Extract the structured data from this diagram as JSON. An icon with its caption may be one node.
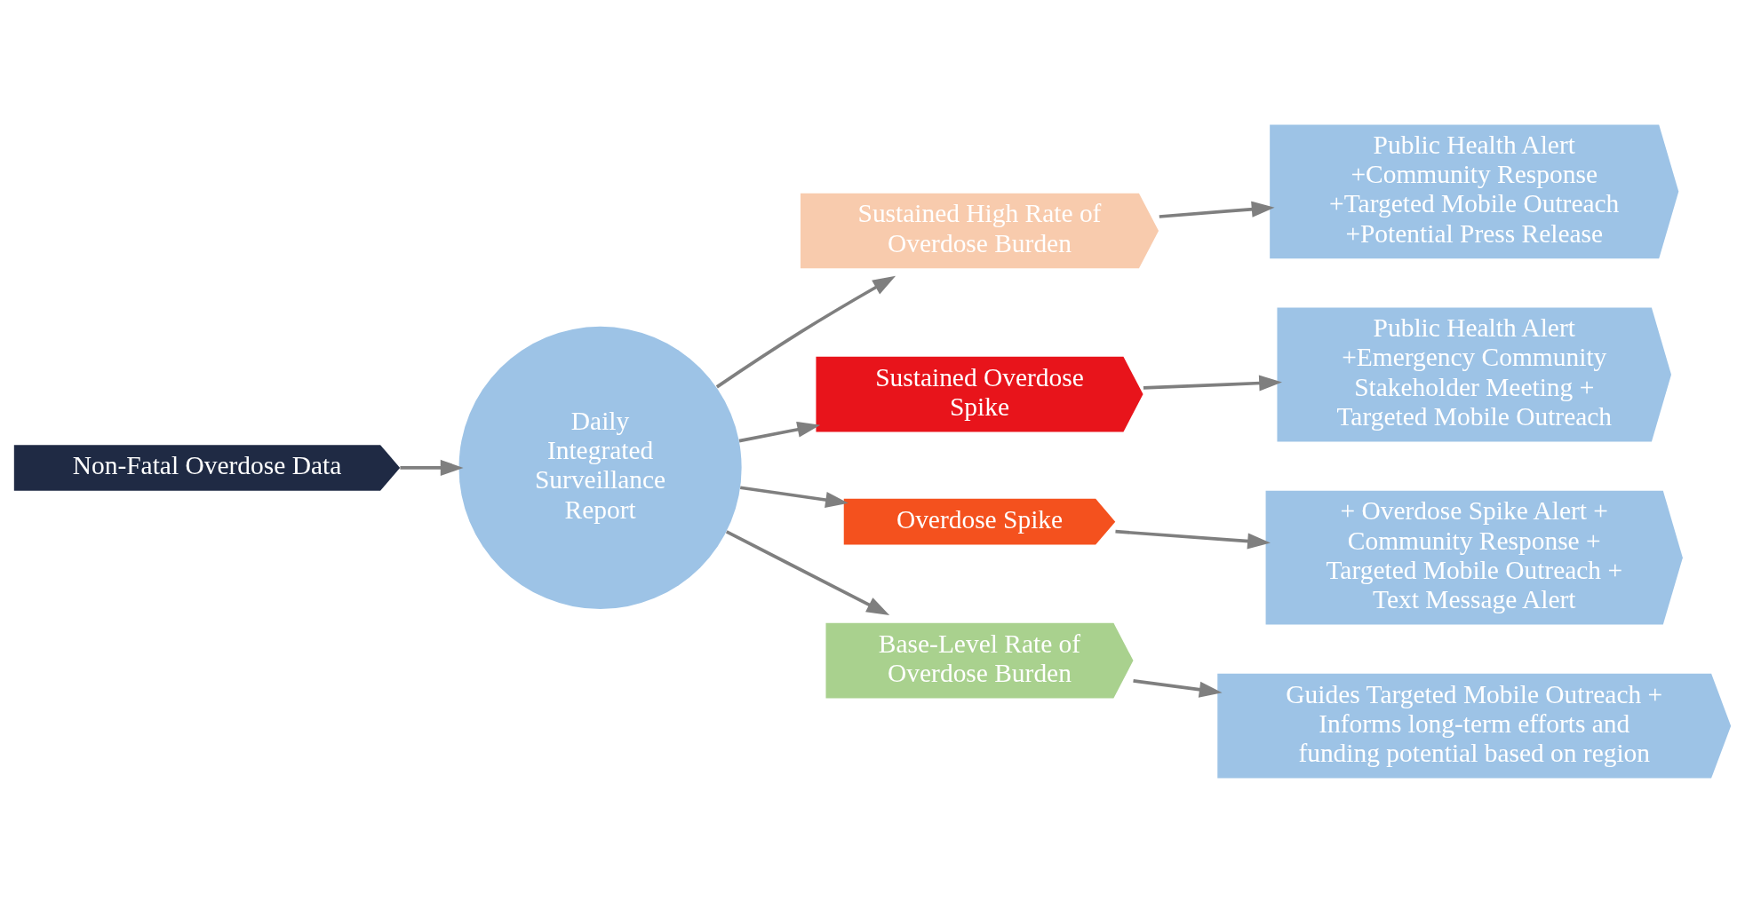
{
  "diagram": {
    "nodes": [
      {
        "text": [
          "Non-Fatal Overdose Data"
        ]
      },
      {
        "text": [
          "Daily Integrated Surveillance Report"
        ]
      },
      {
        "text": [
          "Sustained High Rate of Overdose Burden"
        ]
      },
      {
        "text": [
          "Sustained Overdose Spike"
        ]
      },
      {
        "text": [
          "Overdose Spike"
        ]
      },
      {
        "text": [
          "Base-Level Rate of Overdose Burden"
        ]
      },
      {
        "text": [
          "Public Health Alert +Community Response +Targeted Mobile Outreach +Potential Press Release"
        ]
      },
      {
        "text": [
          "Public Health Alert +Emergency Community Stakeholder Meeting + Targeted Mobile Outreach"
        ]
      },
      {
        "text": [
          "+ Overdose Spike Alert + Community Response + Targeted Mobile Outreach + Text Message Alert"
        ]
      },
      {
        "text": [
          "Guides Targeted Mobile Outreach + Informs long-term efforts and funding potential based on region"
        ]
      }
    ],
    "edges": [
      {
        "from": 0,
        "to": 1,
        "arrow": "to"
      },
      {
        "from": 1,
        "to": 2,
        "arrow": "to"
      },
      {
        "from": 1,
        "to": 3,
        "arrow": "to"
      },
      {
        "from": 1,
        "to": 4,
        "arrow": "to"
      },
      {
        "from": 1,
        "to": 5,
        "arrow": "to"
      },
      {
        "from": 2,
        "to": 6,
        "arrow": "to"
      },
      {
        "from": 3,
        "to": 7,
        "arrow": "to"
      },
      {
        "from": 4,
        "to": 8,
        "arrow": "to"
      },
      {
        "from": 5,
        "to": 9,
        "arrow": "to"
      }
    ]
  }
}
